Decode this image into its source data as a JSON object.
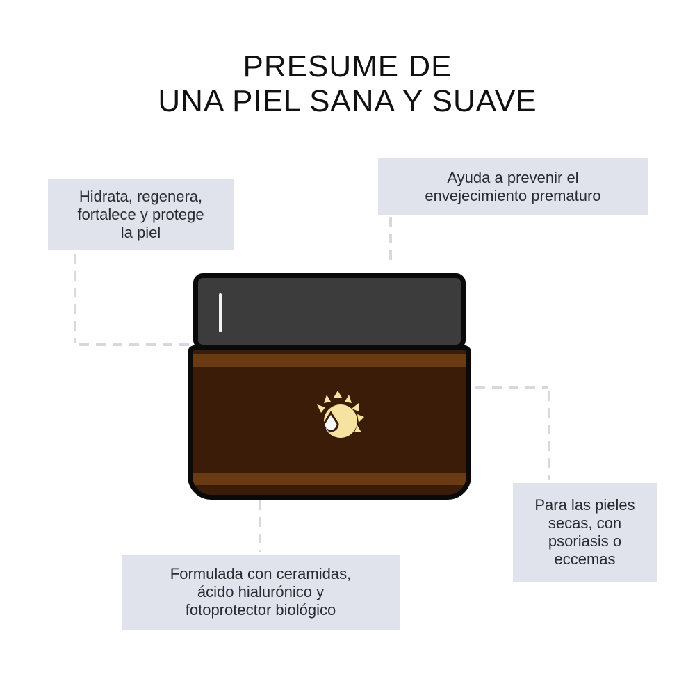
{
  "header": {
    "line1": "PRESUME DE",
    "line2": "UNA PIEL SANA Y SUAVE"
  },
  "callouts": {
    "top_left": "Hidrata, regenera,\nfortalece y protege\nla piel",
    "top_right": "Ayuda a prevenir el\nenvejecimiento prematuro",
    "bottom_right": "Para las pieles\nsecas, con\npsoriasis o\neccemas",
    "bottom_center": "Formulada con ceramidas,\nácido hialurónico y\nfotoprotector biológico"
  },
  "product": {
    "icon": "sun-with-drop-icon",
    "colors": {
      "lid": "#3c3c3c",
      "jar": "#3a1c08",
      "band": "#6a3a12",
      "sun": "#f6e3a1",
      "callout_bg": "#e0e3eb"
    }
  }
}
